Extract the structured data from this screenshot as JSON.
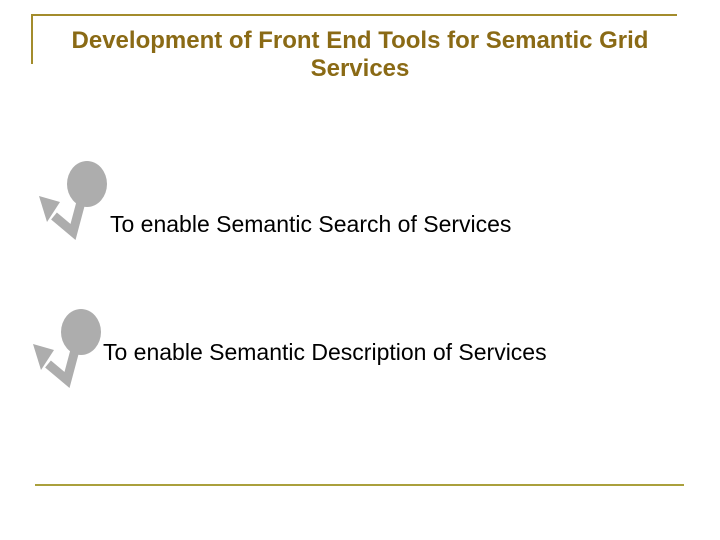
{
  "slide": {
    "title": "Development of Front End Tools for Semantic Grid Services",
    "bullets": [
      {
        "text": "To enable Semantic Search of Services"
      },
      {
        "text": "To enable Semantic Description of Services"
      }
    ],
    "icons": {
      "bullet": "balloon-arrow-bullet"
    },
    "colors": {
      "title_text": "#8a6a15",
      "border_gold": "#a38c2c",
      "bottom_rule": "#aaa03c",
      "bullet_gray": "#adadad",
      "body_text": "#000000",
      "background": "#ffffff"
    }
  }
}
